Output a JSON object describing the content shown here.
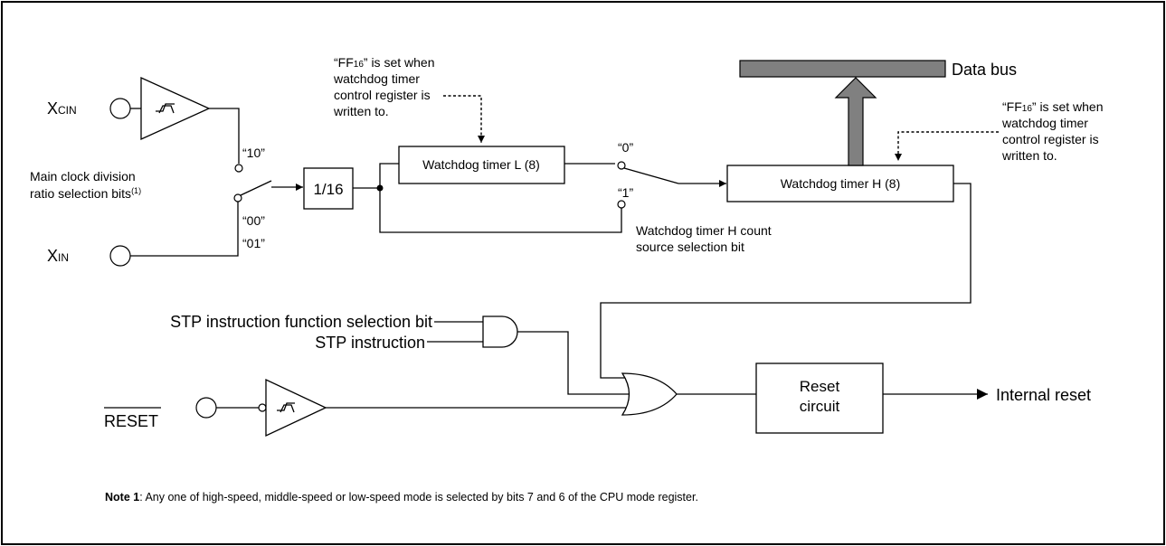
{
  "inputs": {
    "xcin": {
      "main": "X",
      "sub": "CIN"
    },
    "xin": {
      "main": "X",
      "sub": "IN"
    },
    "reset": "RESET"
  },
  "clock_selector": {
    "label_line1": "Main clock division",
    "label_line2": "ratio selection bits",
    "note_ref": "(1)",
    "pos_10": "“10”",
    "pos_00": "“00”",
    "pos_01": "“01”"
  },
  "divider": "1/16",
  "timer_l": {
    "label": "Watchdog timer L (8)",
    "note_line1_pre": "“FF",
    "note_line1_sub": "16",
    "note_line1_post": "” is set when",
    "note_line2": "watchdog timer",
    "note_line3": "control register is",
    "note_line4": "written to."
  },
  "timer_h": {
    "label": "Watchdog timer H (8)",
    "note_line1_pre": "“FF",
    "note_line1_sub": "16",
    "note_line1_post": "” is set when",
    "note_line2": "watchdog timer",
    "note_line3": "control register is",
    "note_line4": "written to."
  },
  "h_source": {
    "pos_0": "“0”",
    "pos_1": "“1”",
    "label_line1": "Watchdog timer H count",
    "label_line2": "source selection bit"
  },
  "data_bus": "Data bus",
  "stp": {
    "function_bit": "STP instruction function selection bit",
    "instruction": "STP instruction"
  },
  "reset_circuit": {
    "line1": "Reset",
    "line2": "circuit"
  },
  "internal_reset": "Internal reset",
  "footnote": {
    "bold": "Note 1",
    "text": ": Any one of high-speed, middle-speed or low-speed mode is selected by bits 7 and 6 of the CPU mode register."
  }
}
